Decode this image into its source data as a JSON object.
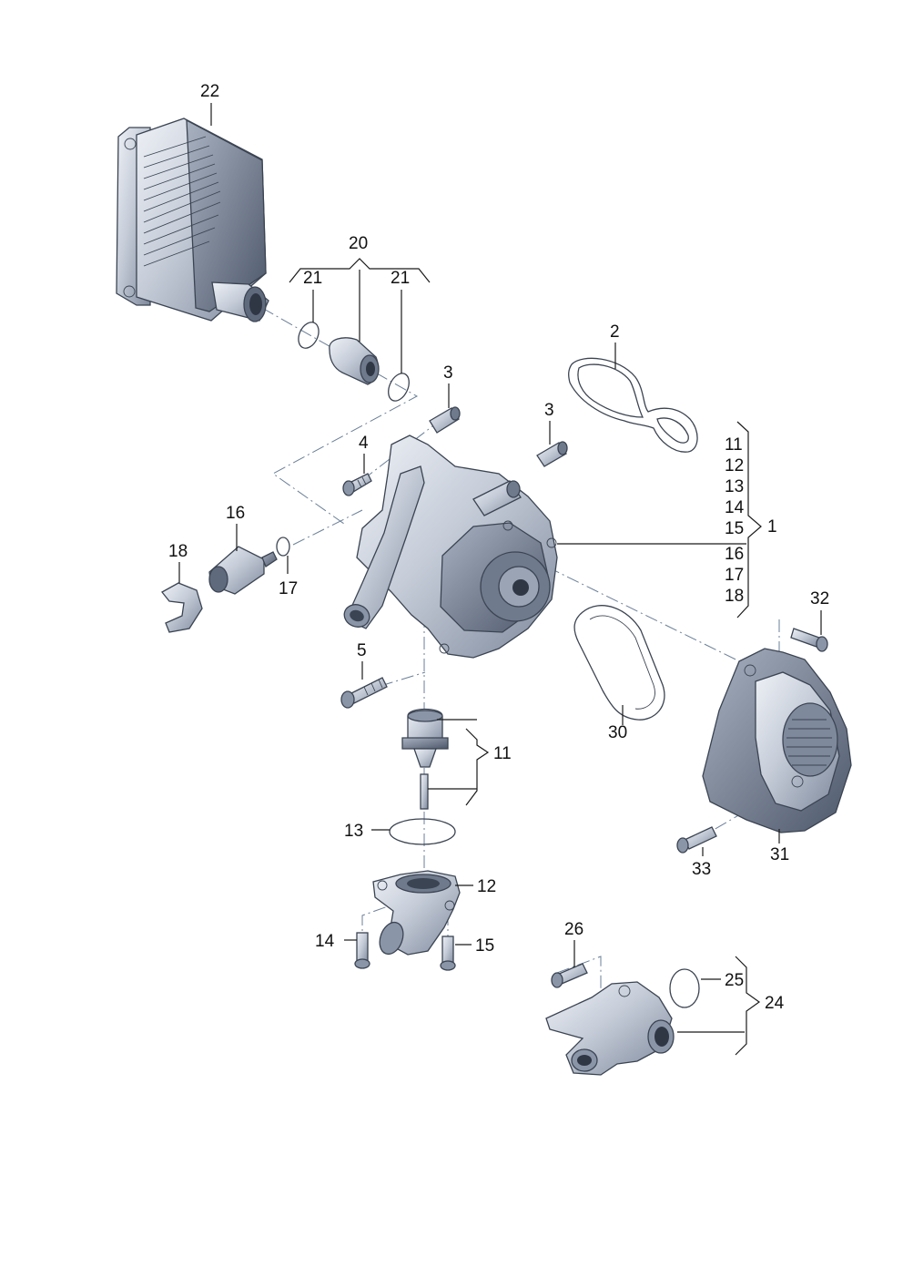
{
  "diagram": {
    "colors": {
      "part_fill": "#c5ccd8",
      "part_shade": "#8a95a8",
      "part_dark": "#4d586b",
      "outline": "#3b4452",
      "leader": "#1a1a1a",
      "centerline": "#6a7f98"
    },
    "callouts": {
      "c22": "22",
      "c20": "20",
      "c21a": "21",
      "c21b": "21",
      "c2": "2",
      "c3a": "3",
      "c3b": "3",
      "c4": "4",
      "c16": "16",
      "c18": "18",
      "c17": "17",
      "c5": "5",
      "c11": "11",
      "c13": "13",
      "c12": "12",
      "c14": "14",
      "c15": "15",
      "c30": "30",
      "c32": "32",
      "c31": "31",
      "c33": "33",
      "c26": "26",
      "c25": "25",
      "c24": "24",
      "c1": "1"
    },
    "group_1_items": [
      "11",
      "12",
      "13",
      "14",
      "15",
      "16",
      "17",
      "18"
    ]
  }
}
